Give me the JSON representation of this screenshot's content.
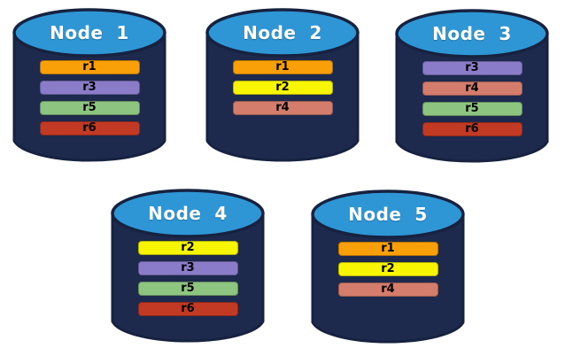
{
  "colors": {
    "bg": "#ffffff",
    "cylinder_body": "#1E2A4D",
    "cylinder_outline": "#16223F",
    "cylinder_top": "#2E96D5",
    "title_text": "#ffffff",
    "bar_text": "#000000"
  },
  "palette": {
    "r1": "#F9A008",
    "r2": "#F8F500",
    "r3": "#8B7CC9",
    "r4": "#D57D6D",
    "r5": "#8DC47F",
    "r6": "#C23A23"
  },
  "nodes": [
    {
      "title": "Node  1",
      "bars": [
        "r1",
        "r3",
        "r5",
        "r6"
      ]
    },
    {
      "title": "Node  2",
      "bars": [
        "r1",
        "r2",
        "r4"
      ]
    },
    {
      "title": "Node  3",
      "bars": [
        "r3",
        "r4",
        "r5",
        "r6"
      ]
    },
    {
      "title": "Node  4",
      "bars": [
        "r2",
        "r3",
        "r5",
        "r6"
      ]
    },
    {
      "title": "Node  5",
      "bars": [
        "r1",
        "r2",
        "r4"
      ]
    }
  ]
}
